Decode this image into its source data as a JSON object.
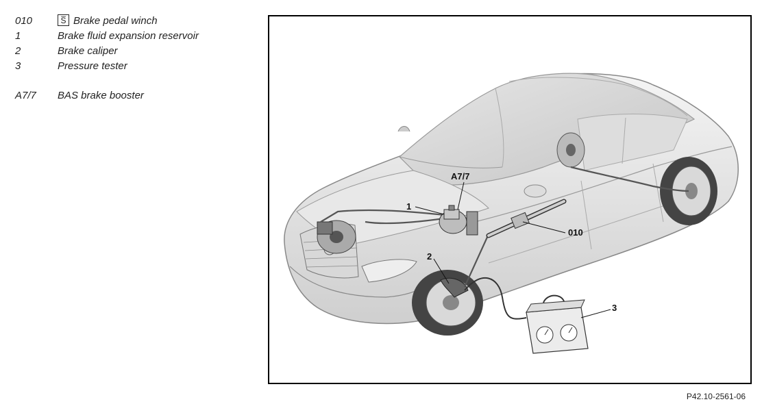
{
  "legend": {
    "items": [
      {
        "code": "010",
        "label": "Brake pedal winch",
        "icon": "special-tool-icon"
      },
      {
        "code": "1",
        "label": "Brake fluid expansion reservoir"
      },
      {
        "code": "2",
        "label": "Brake caliper"
      },
      {
        "code": "3",
        "label": "Pressure tester"
      },
      {
        "code": "A7/7",
        "label": "BAS brake booster"
      }
    ]
  },
  "figure": {
    "callouts": {
      "a77": "A7/7",
      "c1": "1",
      "c2": "2",
      "c3": "3",
      "c010": "010"
    },
    "reference": "P42.10-2561-06"
  }
}
